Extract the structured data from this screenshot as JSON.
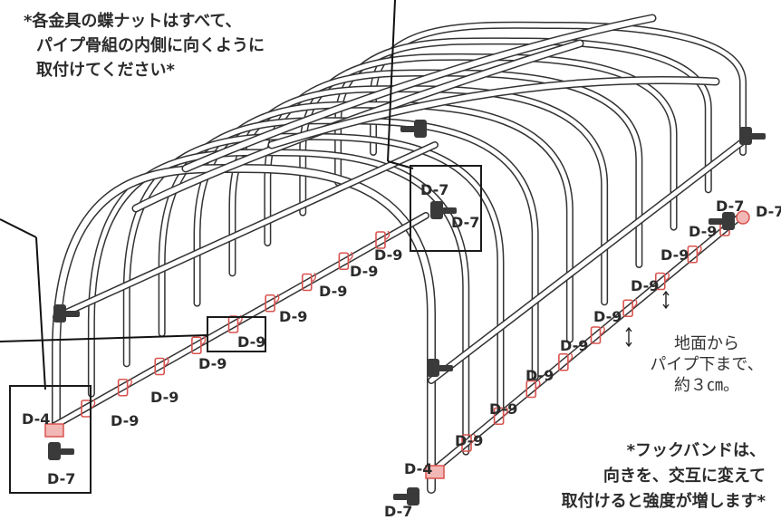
{
  "notes": {
    "wing_nut": [
      "*各金具の蝶ナットはすべて、",
      "パイプ骨組の内側に向くように",
      "取付けてください*"
    ],
    "ground_gap": [
      "地面から",
      "パイプ下まで、",
      "約３㎝。"
    ],
    "hook_band": [
      "*フックバンドは、",
      "向きを、交互に変えて",
      "取付けると強度が増します*"
    ]
  },
  "part_labels": {
    "d7": "D-7",
    "d9": "D-9",
    "d4": "D-4"
  },
  "colors": {
    "frame_stroke": "#333333",
    "frame_fill": "#ffffff",
    "band_red": "#d9534f",
    "band_fill": "#f2b8b5",
    "fitting_dark": "#3a3a3a"
  }
}
